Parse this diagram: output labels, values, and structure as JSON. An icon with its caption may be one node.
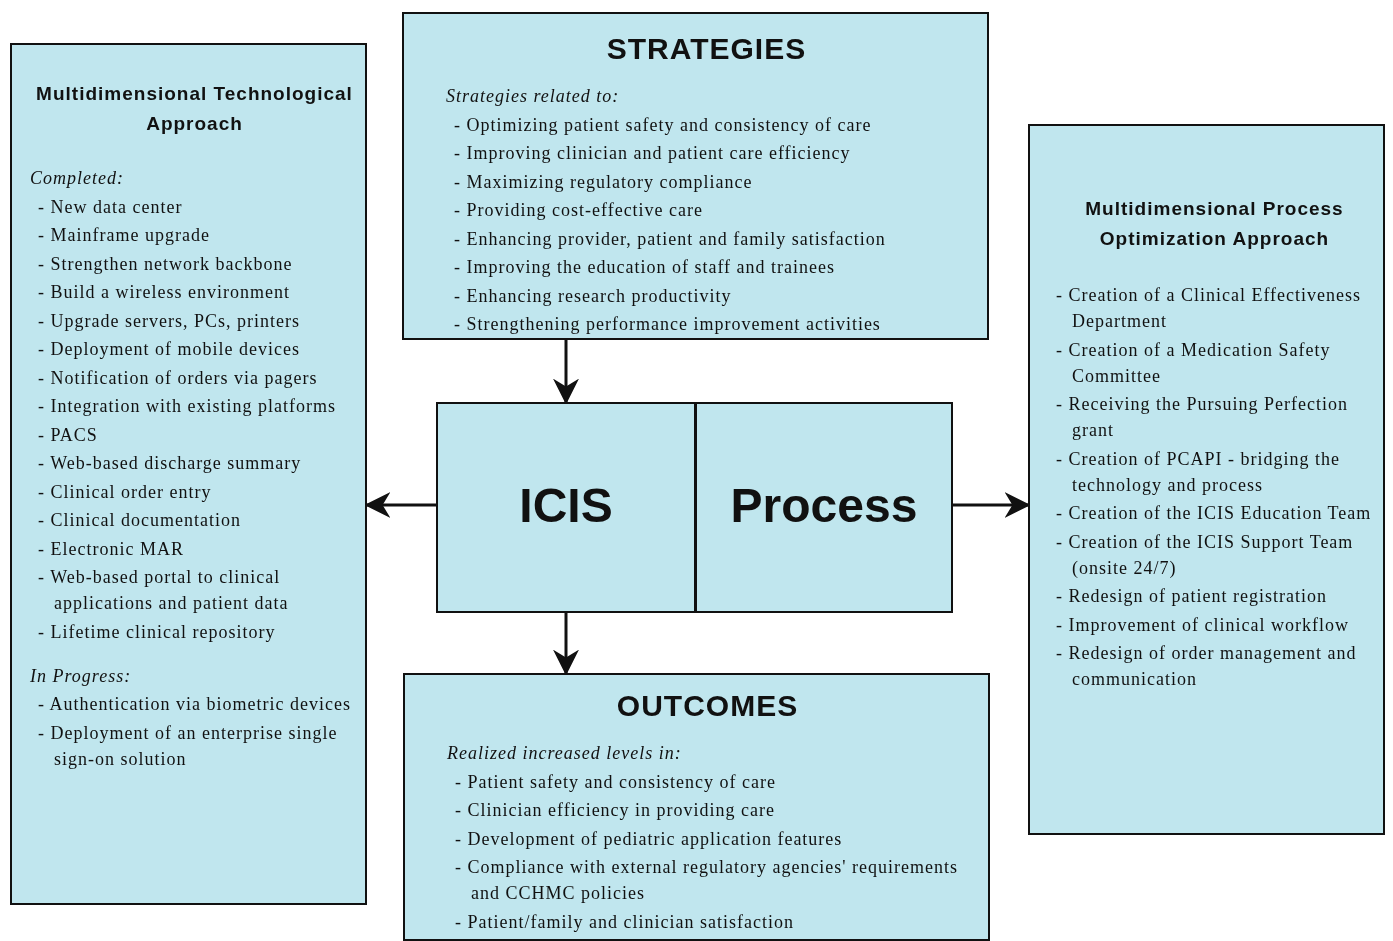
{
  "diagram": {
    "nodes": [
      {
        "text": [
          "STRATEGIES",
          "Strategies related to:",
          "- Optimizing patient safety and consistency of care",
          "- Improving clinician and patient care efficiency",
          "- Maximizing regulatory compliance",
          "- Providing cost-effective care",
          "- Enhancing provider, patient and family satisfaction",
          "- Improving the education of staff and trainees",
          "- Enhancing research productivity",
          "- Strengthening performance improvement activities"
        ]
      },
      {
        "text": [
          "Multidimensional Technological Approach",
          "Completed:",
          "- New data center",
          "- Mainframe upgrade",
          "- Strengthen network backbone",
          "- Build a wireless environment",
          "- Upgrade servers, PCs, printers",
          "- Deployment of mobile devices",
          "- Notification of orders via pagers",
          "- Integration with existing platforms",
          "- PACS",
          "- Web-based discharge summary",
          "- Clinical order entry",
          "- Clinical documentation",
          "- Electronic MAR",
          "- Web-based portal to clinical applications and patient data",
          "- Lifetime clinical repository",
          "In Progress:",
          "- Authentication via biometric devices",
          "- Deployment of an enterprise single sign-on solution"
        ]
      },
      {
        "text": [
          "ICIS"
        ]
      },
      {
        "text": [
          "Process"
        ]
      },
      {
        "text": [
          "Multidimensional Process Optimization Approach",
          "- Creation of a Clinical Effectiveness Department",
          "- Creation of a Medication Safety Committee",
          "- Receiving the Pursuing Perfection grant",
          "- Creation of PCAPI - bridging the technology and process",
          "- Creation of the ICIS Education Team",
          "- Creation of the ICIS Support Team (onsite 24/7)",
          "- Redesign of patient registration",
          "- Improvement of clinical workflow",
          "- Redesign of order management and communication"
        ]
      },
      {
        "text": [
          "OUTCOMES",
          "Realized increased levels in:",
          "- Patient safety and consistency of care",
          "- Clinician efficiency in providing care",
          "- Development of pediatric application features",
          "- Compliance with external regulatory agencies' requirements and CCHMC policies",
          "- Patient/family and clinician satisfaction"
        ]
      }
    ],
    "edges": [
      {
        "from": 0,
        "to": 2,
        "arrow": "to"
      },
      {
        "from": 2,
        "to": 1,
        "arrow": "to"
      },
      {
        "from": 3,
        "to": 4,
        "arrow": "to"
      },
      {
        "from": 2,
        "to": 5,
        "arrow": "to"
      }
    ]
  }
}
